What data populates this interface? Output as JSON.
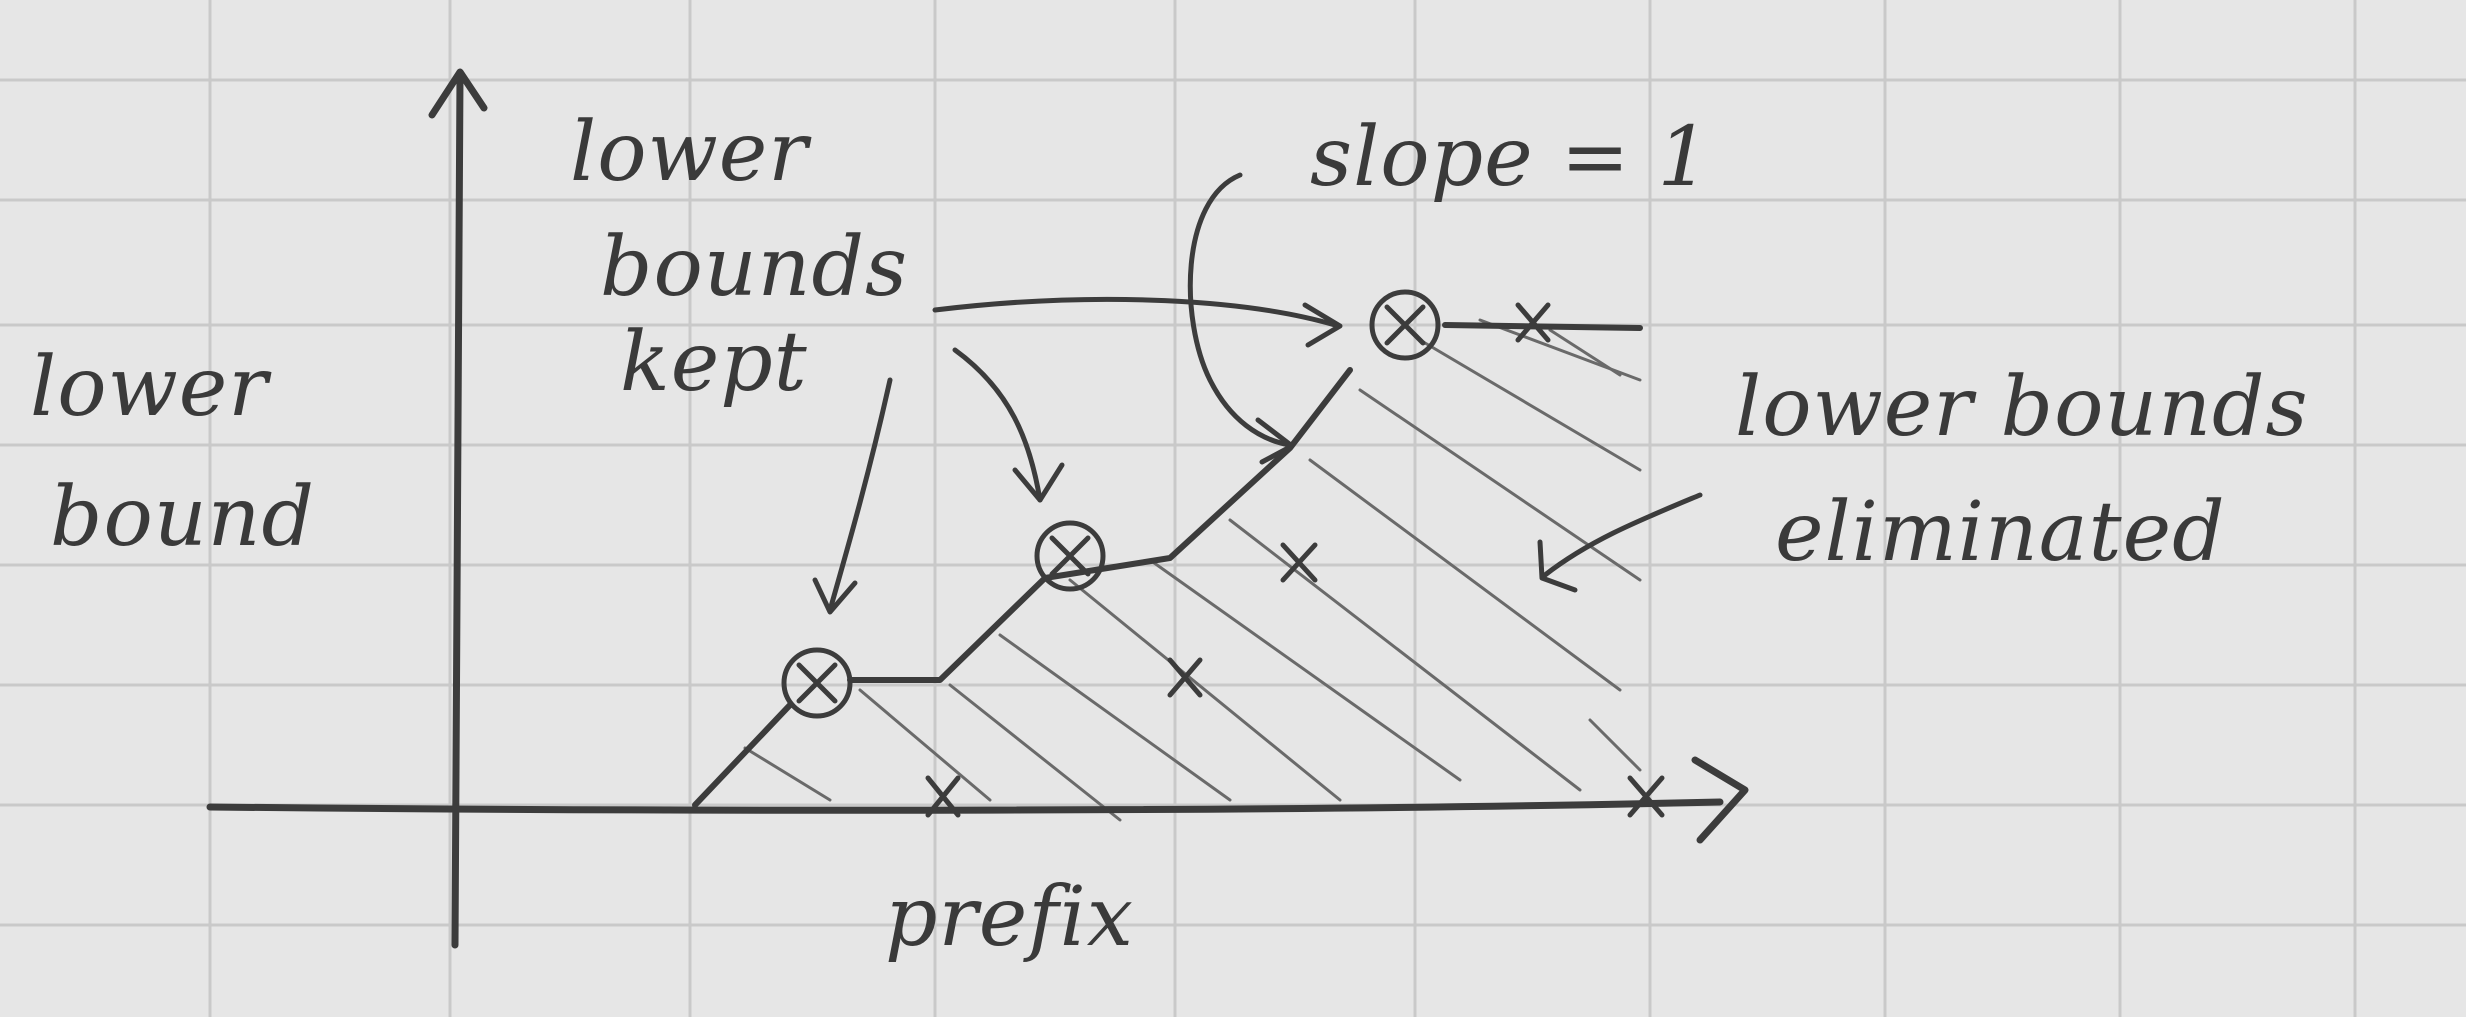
{
  "labels": {
    "y_axis": [
      "lower",
      "bound"
    ],
    "x_axis": "prefix",
    "kept": [
      "lower",
      "bounds",
      "kept"
    ],
    "slope": "slope = 1",
    "eliminated": [
      "lower bounds",
      "eliminated"
    ]
  },
  "colors": {
    "paper": "#e6e6e6",
    "grid": "#c9c9c9",
    "ink": "#3c3c3c"
  }
}
